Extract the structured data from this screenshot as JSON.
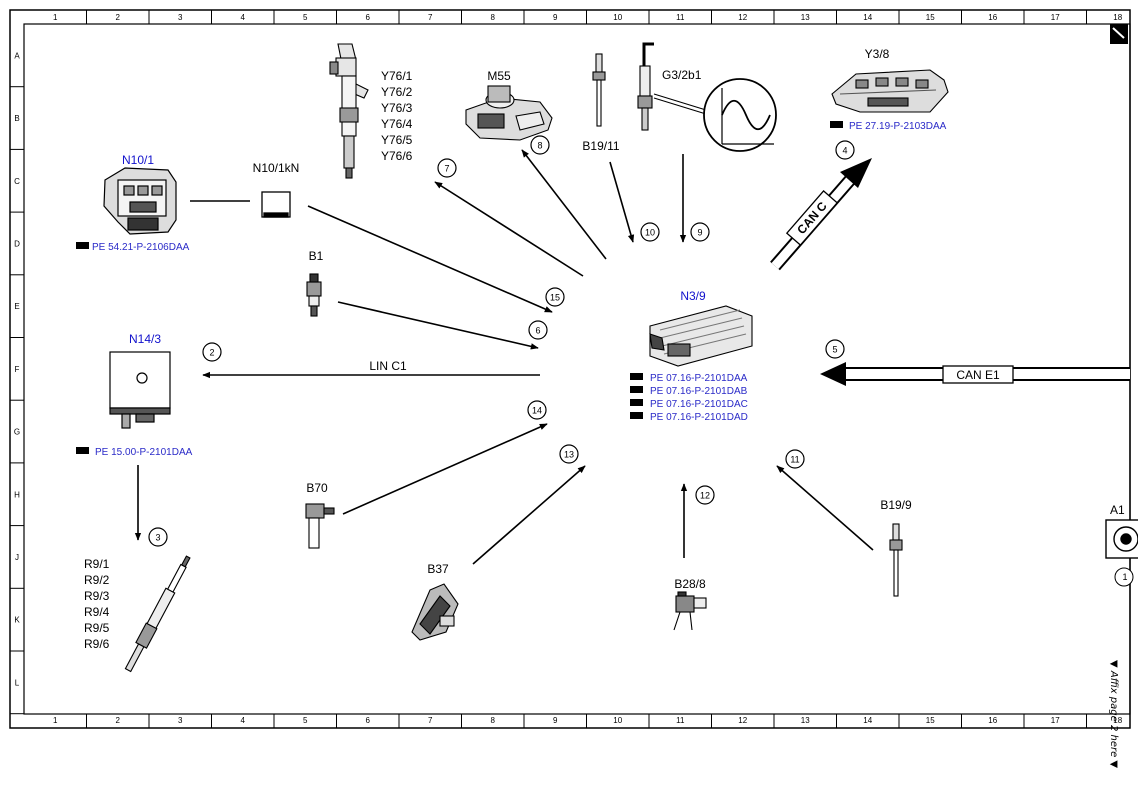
{
  "grid": {
    "columns": [
      "1",
      "2",
      "3",
      "4",
      "5",
      "6",
      "7",
      "8",
      "9",
      "10",
      "11",
      "12",
      "13",
      "14",
      "15",
      "16",
      "17",
      "18"
    ],
    "rows": [
      "A",
      "B",
      "C",
      "D",
      "E",
      "F",
      "G",
      "H",
      "J",
      "K",
      "L"
    ]
  },
  "components": {
    "n10_1": {
      "label": "N10/1",
      "ref": "PE 54.21-P-2106DAA"
    },
    "n10_1kn": {
      "label": "N10/1kN"
    },
    "y76": {
      "labels": [
        "Y76/1",
        "Y76/2",
        "Y76/3",
        "Y76/4",
        "Y76/5",
        "Y76/6"
      ]
    },
    "m55": {
      "label": "M55"
    },
    "b19_11": {
      "label": "B19/11"
    },
    "g3_2b1": {
      "label": "G3/2b1"
    },
    "y3_8": {
      "label": "Y3/8",
      "ref": "PE 27.19-P-2103DAA"
    },
    "b1": {
      "label": "B1"
    },
    "n14_3": {
      "label": "N14/3",
      "ref": "PE 15.00-P-2101DAA"
    },
    "n3_9": {
      "label": "N3/9",
      "refs": [
        "PE 07.16-P-2101DAA",
        "PE 07.16-P-2101DAB",
        "PE 07.16-P-2101DAC",
        "PE 07.16-P-2101DAD"
      ]
    },
    "r9": {
      "labels": [
        "R9/1",
        "R9/2",
        "R9/3",
        "R9/4",
        "R9/5",
        "R9/6"
      ]
    },
    "b70": {
      "label": "B70"
    },
    "b37": {
      "label": "B37"
    },
    "b28_8": {
      "label": "B28/8"
    },
    "b19_9": {
      "label": "B19/9"
    },
    "a1": {
      "label": "A1",
      "callout": "1"
    }
  },
  "connections": {
    "lin": "LIN C1",
    "can_c": "CAN C",
    "can_e1": "CAN E1"
  },
  "callouts": [
    "1",
    "2",
    "3",
    "4",
    "5",
    "6",
    "7",
    "8",
    "9",
    "10",
    "11",
    "12",
    "13",
    "14",
    "15"
  ],
  "side_note": "▼ Affix page 2 here ▼"
}
